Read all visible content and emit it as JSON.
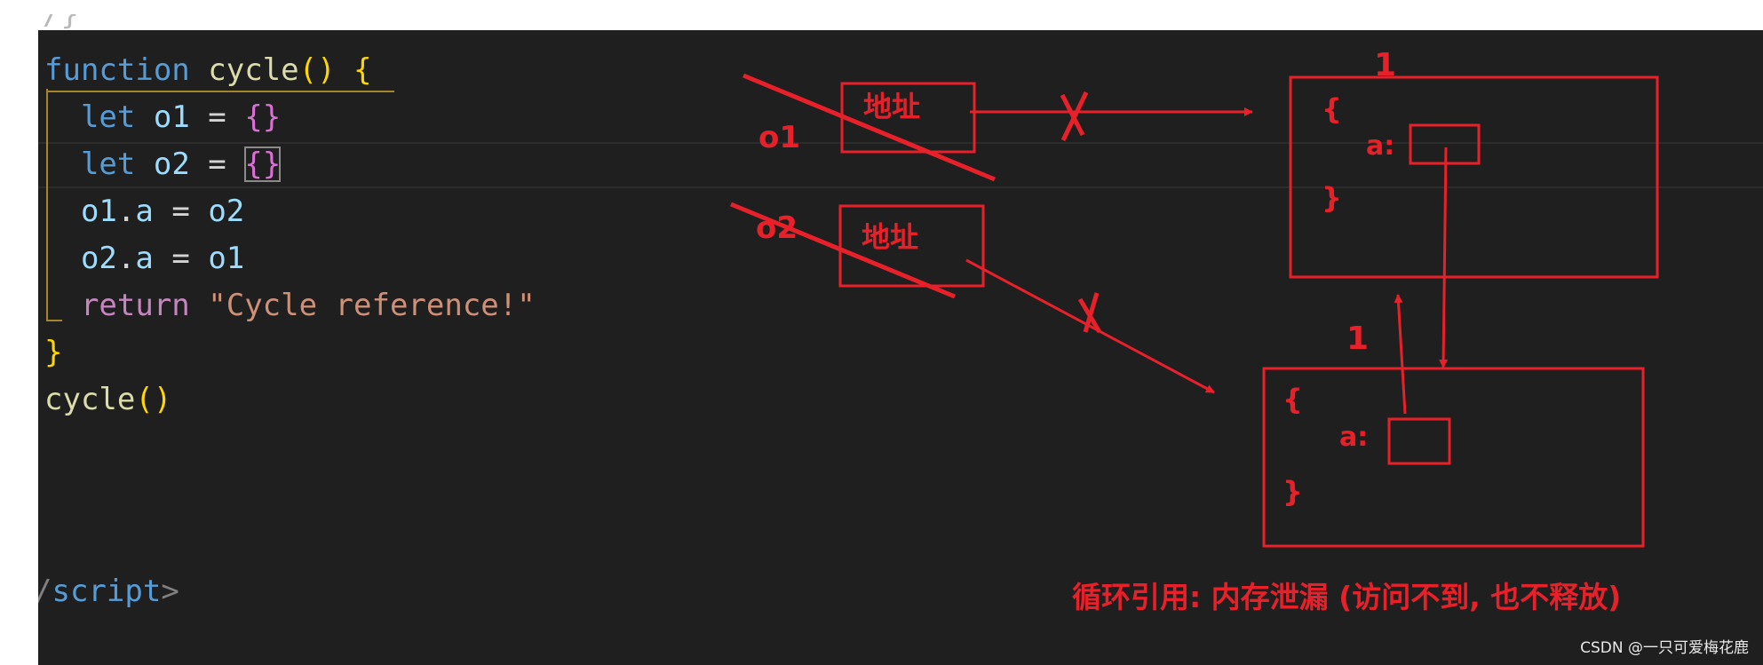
{
  "code": {
    "top_fragment": "/}",
    "line1": {
      "keyword": "function",
      "name": "cycle",
      "parens": "()",
      "open_brace": "{"
    },
    "line2": {
      "keyword": "let",
      "var": "o1",
      "eq": "=",
      "value": "{}"
    },
    "line3": {
      "keyword": "let",
      "var": "o2",
      "eq": "=",
      "value": "{}"
    },
    "line4": {
      "obj": "o1",
      "prop": "a",
      "eq": "=",
      "value": "o2"
    },
    "line5": {
      "obj": "o2",
      "prop": "a",
      "eq": "=",
      "value": "o1"
    },
    "line6": {
      "keyword": "return",
      "value": "\"Cycle reference!\""
    },
    "line7": {
      "close_brace": "}"
    },
    "line8": {
      "name": "cycle",
      "parens": "()"
    },
    "line9": {
      "text": "script",
      "close": ">"
    }
  },
  "diagram": {
    "o1_label": "o1",
    "o2_label": "o2",
    "address_label_1": "地址",
    "address_label_2": "地址",
    "cross_mark_1": "X",
    "cross_mark_2": "X",
    "count_top": "1",
    "count_bottom": "1",
    "object_top": {
      "open": "{",
      "key": "a:",
      "close": "}"
    },
    "object_bottom": {
      "open": "{",
      "key": "a:",
      "close": "}"
    },
    "caption": "循环引用: 内存泄漏 (访问不到, 也不释放)"
  },
  "watermark": "CSDN @一只可爱梅花鹿",
  "colors": {
    "annotation_red": "#e8202a",
    "editor_bg": "#1f1f1f"
  }
}
